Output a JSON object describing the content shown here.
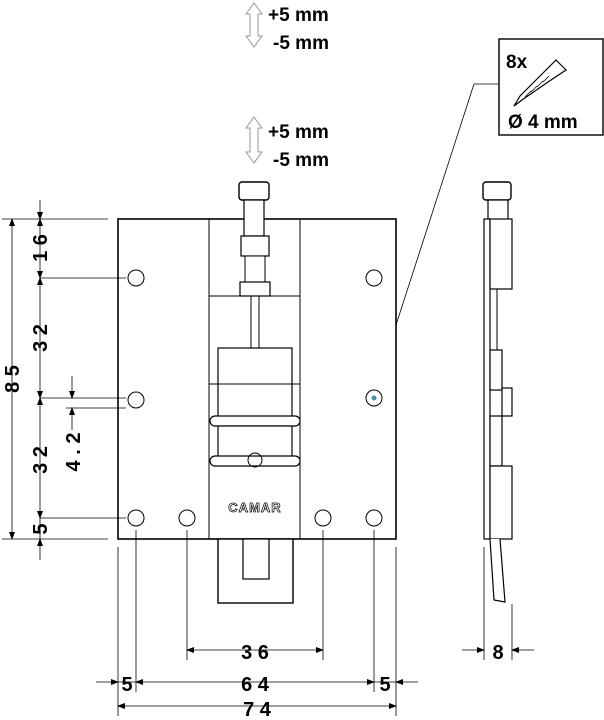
{
  "adjustments": {
    "top": {
      "plus": "+5 mm",
      "minus": "-5 mm"
    },
    "middle": {
      "plus": "+5 mm",
      "minus": "-5 mm"
    }
  },
  "screw_box": {
    "quantity": "8x",
    "diameter": "Ø 4 mm"
  },
  "brand": "CAMAR",
  "dimensions": {
    "height_total": "8 5",
    "top_offset": "1 6",
    "hole_spacing_upper": "3 2",
    "hole_spacing_lower": "3 2",
    "bottom_offset": "5",
    "middle_offset": "4 . 2",
    "inner_holes": "3 6",
    "outer_holes": "6 4",
    "width_total": "7 4",
    "margin_left": "5",
    "margin_right": "5",
    "side_depth": "8"
  },
  "colors": {
    "line": "#000000",
    "arrow": "#ffffff",
    "screw_head": "#4a8ca8"
  }
}
